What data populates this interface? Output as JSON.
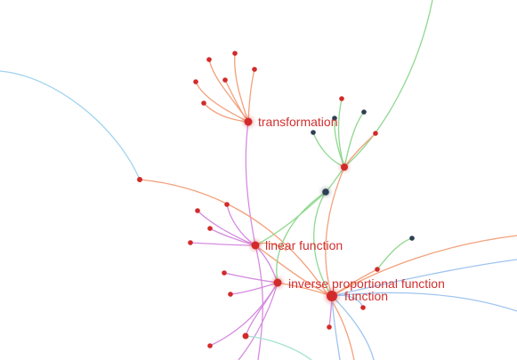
{
  "graph": {
    "labels": {
      "transformation": "transformation",
      "linear_function": "linear function",
      "inverse_proportional_function": "inverse proportional function",
      "function": "function"
    },
    "colors": {
      "node_red": "#d22a2a",
      "node_dark": "#2e3f52",
      "label_red": "#d03030",
      "edge_orange": "#f3a07a",
      "edge_purple": "#d58ce0",
      "edge_green": "#8fd88f",
      "edge_blue": "#9fc4f0",
      "edge_lightblue": "#9fd3ee",
      "edge_teal": "#a6e3cf"
    }
  }
}
